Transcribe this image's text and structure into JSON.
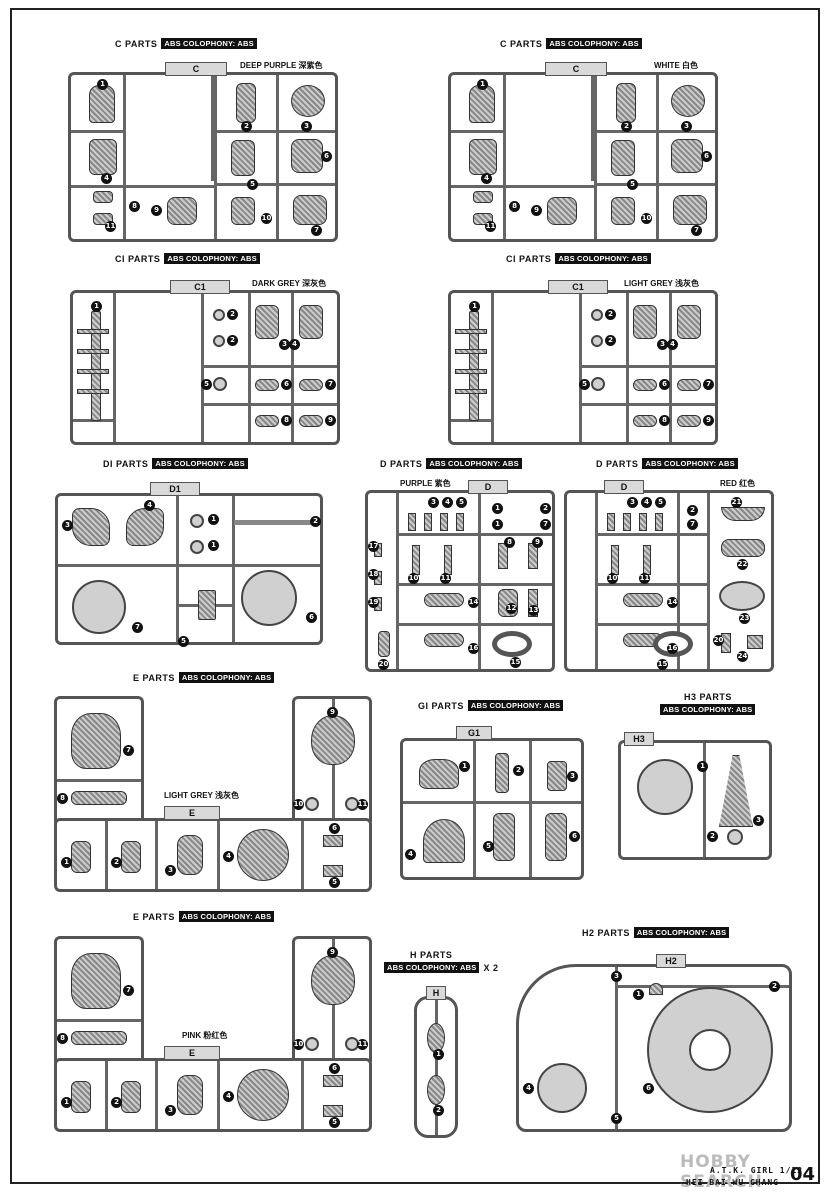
{
  "sections": {
    "c_left": {
      "title": "C PARTS",
      "material": "ABS COLOPHONY: ABS",
      "tab": "C",
      "color": "DEEP PURPLE 深紫色"
    },
    "c_right": {
      "title": "C PARTS",
      "material": "ABS COLOPHONY: ABS",
      "tab": "C",
      "color": "WHITE 白色"
    },
    "c1_left": {
      "title": "CI PARTS",
      "material": "ABS COLOPHONY: ABS",
      "tab": "C1",
      "color": "DARK GREY 深灰色"
    },
    "c1_right": {
      "title": "CI PARTS",
      "material": "ABS COLOPHONY: ABS",
      "tab": "C1",
      "color": "LIGHT GREY 浅灰色"
    },
    "d1": {
      "title": "DI PARTS",
      "material": "ABS COLOPHONY: ABS",
      "tab": "D1"
    },
    "d_left": {
      "title": "D PARTS",
      "material": "ABS COLOPHONY: ABS",
      "tab": "D",
      "color": "PURPLE 紫色"
    },
    "d_right": {
      "title": "D PARTS",
      "material": "ABS COLOPHONY: ABS",
      "tab": "D",
      "color": "RED 红色"
    },
    "e_top": {
      "title": "E PARTS",
      "material": "ABS COLOPHONY: ABS",
      "tab": "E",
      "color": "LIGHT GREY 浅灰色"
    },
    "g1": {
      "title": "GI PARTS",
      "material": "ABS COLOPHONY: ABS",
      "tab": "G1"
    },
    "h3": {
      "title": "H3 PARTS",
      "material": "ABS COLOPHONY: ABS",
      "tab": "H3"
    },
    "e_bottom": {
      "title": "E PARTS",
      "material": "ABS COLOPHONY: ABS",
      "tab": "E",
      "color": "PINK 粉红色"
    },
    "h": {
      "title": "H PARTS",
      "material": "ABS COLOPHONY: ABS",
      "tab": "H",
      "multiplier": "X 2"
    },
    "h2": {
      "title": "H2 PARTS",
      "material": "ABS COLOPHONY: ABS",
      "tab": "H2"
    }
  },
  "numbers": {
    "n1": "1",
    "n2": "2",
    "n3": "3",
    "n4": "4",
    "n5": "5",
    "n6": "6",
    "n7": "7",
    "n8": "8",
    "n9": "9",
    "n10": "10",
    "n11": "11",
    "n12": "12",
    "n13": "13",
    "n14": "14",
    "n15": "15",
    "n16": "16",
    "n17": "17",
    "n18": "18",
    "n19": "19",
    "n20": "20",
    "n21": "21",
    "n22": "22",
    "n23": "23",
    "n24": "24"
  },
  "footer": {
    "line1": "A.T.K. GIRL 1/12",
    "line2": "HEI BAI WU CHANG",
    "page": "04",
    "watermark": "HOBBY SEARCH"
  }
}
